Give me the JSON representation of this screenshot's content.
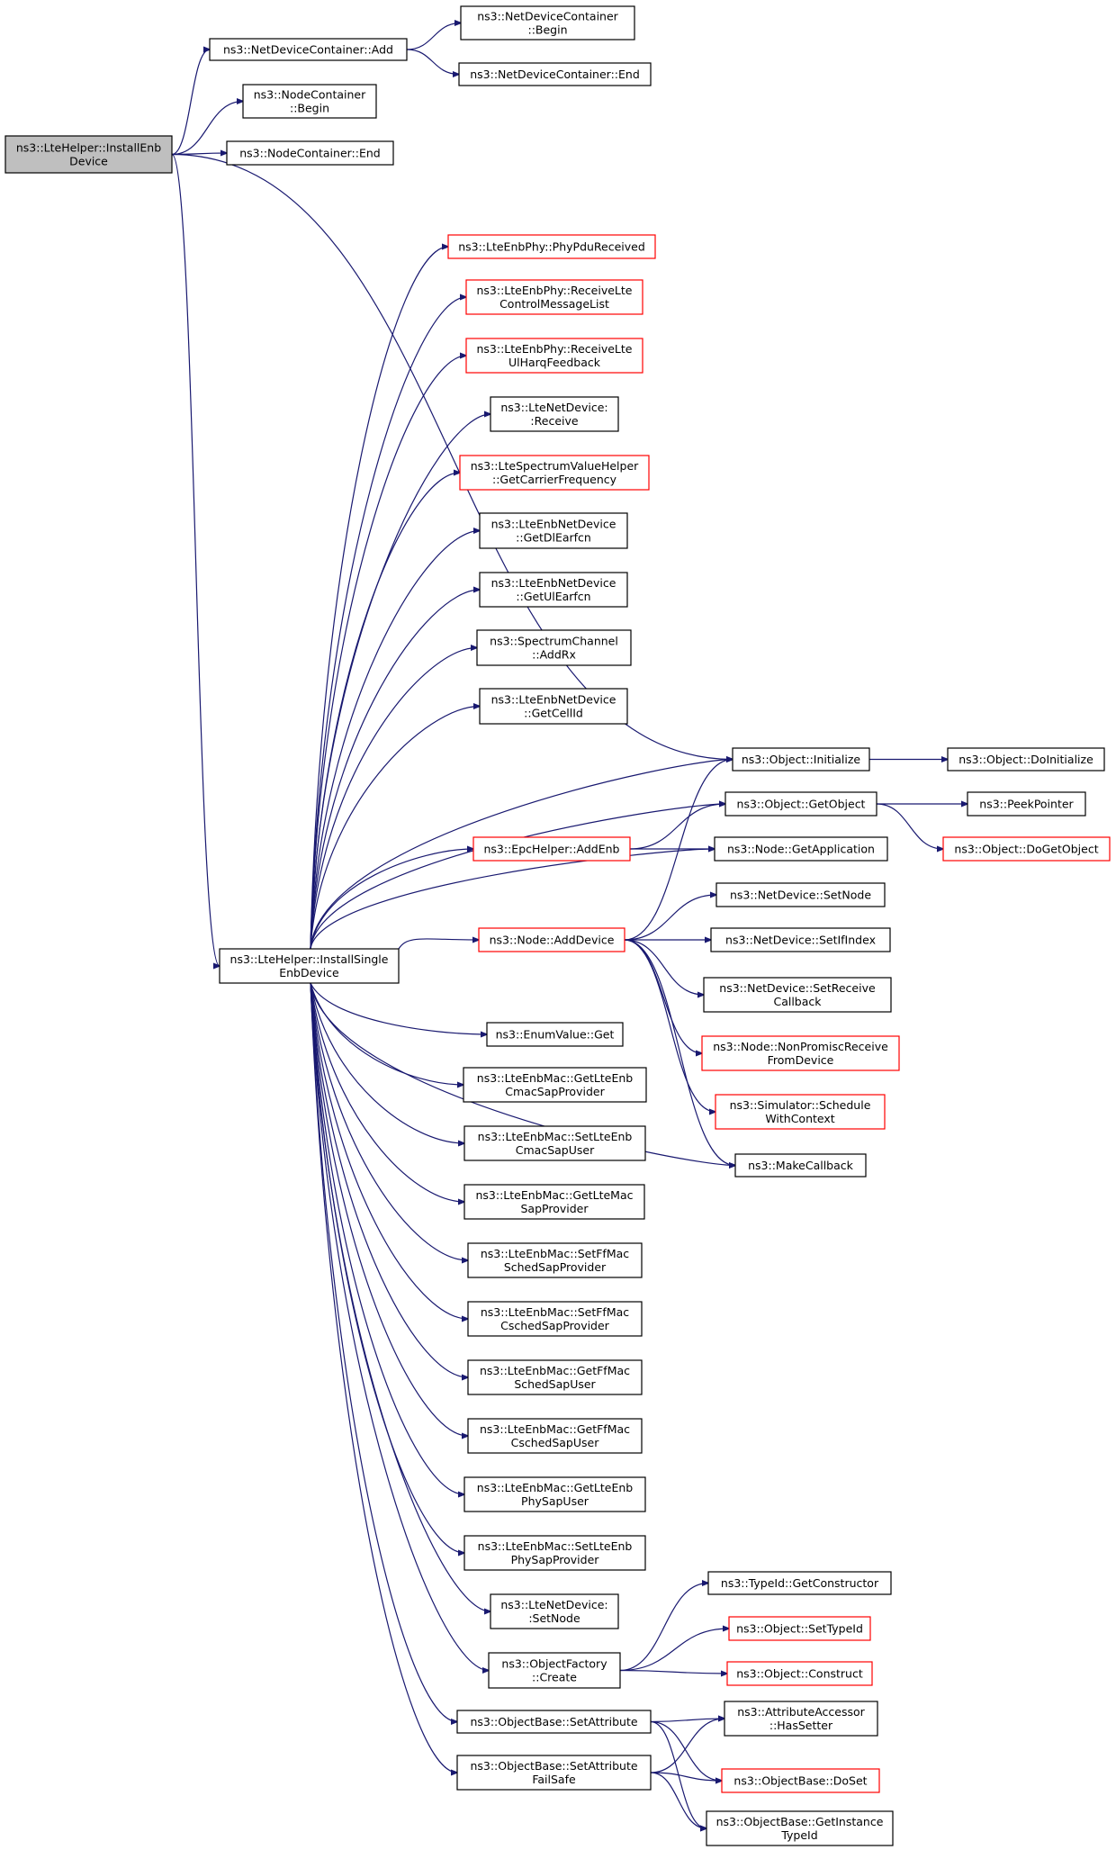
{
  "diagram": {
    "nodes": [
      {
        "id": "installEnb",
        "lines": [
          "ns3::LteHelper::InstallEnb",
          "Device"
        ],
        "border": "black",
        "highlight": true
      },
      {
        "id": "ndcAdd",
        "lines": [
          "ns3::NetDeviceContainer::Add"
        ],
        "border": "black"
      },
      {
        "id": "ndcBegin",
        "lines": [
          "ns3::NetDeviceContainer",
          "::Begin"
        ],
        "border": "black"
      },
      {
        "id": "ndcEnd",
        "lines": [
          "ns3::NetDeviceContainer::End"
        ],
        "border": "black"
      },
      {
        "id": "ncBegin",
        "lines": [
          "ns3::NodeContainer",
          "::Begin"
        ],
        "border": "black"
      },
      {
        "id": "ncEnd",
        "lines": [
          "ns3::NodeContainer::End"
        ],
        "border": "black"
      },
      {
        "id": "phyPdu",
        "lines": [
          "ns3::LteEnbPhy::PhyPduReceived"
        ],
        "border": "red"
      },
      {
        "id": "phyCtrl",
        "lines": [
          "ns3::LteEnbPhy::ReceiveLte",
          "ControlMessageList"
        ],
        "border": "red"
      },
      {
        "id": "phyHarq",
        "lines": [
          "ns3::LteEnbPhy::ReceiveLte",
          "UlHarqFeedback"
        ],
        "border": "red"
      },
      {
        "id": "netRecv",
        "lines": [
          "ns3::LteNetDevice:",
          ":Receive"
        ],
        "border": "black"
      },
      {
        "id": "carrier",
        "lines": [
          "ns3::LteSpectrumValueHelper",
          "::GetCarrierFrequency"
        ],
        "border": "red"
      },
      {
        "id": "getDl",
        "lines": [
          "ns3::LteEnbNetDevice",
          "::GetDlEarfcn"
        ],
        "border": "black"
      },
      {
        "id": "getUl",
        "lines": [
          "ns3::LteEnbNetDevice",
          "::GetUlEarfcn"
        ],
        "border": "black"
      },
      {
        "id": "addRx",
        "lines": [
          "ns3::SpectrumChannel",
          "::AddRx"
        ],
        "border": "black"
      },
      {
        "id": "cellId",
        "lines": [
          "ns3::LteEnbNetDevice",
          "::GetCellId"
        ],
        "border": "black"
      },
      {
        "id": "objInit",
        "lines": [
          "ns3::Object::Initialize"
        ],
        "border": "black"
      },
      {
        "id": "doInit",
        "lines": [
          "ns3::Object::DoInitialize"
        ],
        "border": "black"
      },
      {
        "id": "getObj",
        "lines": [
          "ns3::Object::GetObject"
        ],
        "border": "black"
      },
      {
        "id": "peek",
        "lines": [
          "ns3::PeekPointer"
        ],
        "border": "black"
      },
      {
        "id": "doGetObj",
        "lines": [
          "ns3::Object::DoGetObject"
        ],
        "border": "red"
      },
      {
        "id": "epcAddEnb",
        "lines": [
          "ns3::EpcHelper::AddEnb"
        ],
        "border": "red"
      },
      {
        "id": "getApp",
        "lines": [
          "ns3::Node::GetApplication"
        ],
        "border": "black"
      },
      {
        "id": "setNode",
        "lines": [
          "ns3::NetDevice::SetNode"
        ],
        "border": "black"
      },
      {
        "id": "installSingle",
        "lines": [
          "ns3::LteHelper::InstallSingle",
          "EnbDevice"
        ],
        "border": "black"
      },
      {
        "id": "nodeAddDev",
        "lines": [
          "ns3::Node::AddDevice"
        ],
        "border": "red"
      },
      {
        "id": "setIf",
        "lines": [
          "ns3::NetDevice::SetIfIndex"
        ],
        "border": "black"
      },
      {
        "id": "setRecvCb",
        "lines": [
          "ns3::NetDevice::SetReceive",
          "Callback"
        ],
        "border": "black"
      },
      {
        "id": "nonPromisc",
        "lines": [
          "ns3::Node::NonPromiscReceive",
          "FromDevice"
        ],
        "border": "red"
      },
      {
        "id": "schedCtx",
        "lines": [
          "ns3::Simulator::Schedule",
          "WithContext"
        ],
        "border": "red"
      },
      {
        "id": "makeCb",
        "lines": [
          "ns3::MakeCallback"
        ],
        "border": "black"
      },
      {
        "id": "enumGet",
        "lines": [
          "ns3::EnumValue::Get"
        ],
        "border": "black"
      },
      {
        "id": "macGetCmac",
        "lines": [
          "ns3::LteEnbMac::GetLteEnb",
          "CmacSapProvider"
        ],
        "border": "black"
      },
      {
        "id": "macSetCmac",
        "lines": [
          "ns3::LteEnbMac::SetLteEnb",
          "CmacSapUser"
        ],
        "border": "black"
      },
      {
        "id": "macGetMac",
        "lines": [
          "ns3::LteEnbMac::GetLteMac",
          "SapProvider"
        ],
        "border": "black"
      },
      {
        "id": "macSetSched",
        "lines": [
          "ns3::LteEnbMac::SetFfMac",
          "SchedSapProvider"
        ],
        "border": "black"
      },
      {
        "id": "macSetCsched",
        "lines": [
          "ns3::LteEnbMac::SetFfMac",
          "CschedSapProvider"
        ],
        "border": "black"
      },
      {
        "id": "macGetSched",
        "lines": [
          "ns3::LteEnbMac::GetFfMac",
          "SchedSapUser"
        ],
        "border": "black"
      },
      {
        "id": "macGetCsched",
        "lines": [
          "ns3::LteEnbMac::GetFfMac",
          "CschedSapUser"
        ],
        "border": "black"
      },
      {
        "id": "macGetPhy",
        "lines": [
          "ns3::LteEnbMac::GetLteEnb",
          "PhySapUser"
        ],
        "border": "black"
      },
      {
        "id": "macSetPhy",
        "lines": [
          "ns3::LteEnbMac::SetLteEnb",
          "PhySapProvider"
        ],
        "border": "black"
      },
      {
        "id": "netSetNode",
        "lines": [
          "ns3::LteNetDevice:",
          ":SetNode"
        ],
        "border": "black"
      },
      {
        "id": "typeCtor",
        "lines": [
          "ns3::TypeId::GetConstructor"
        ],
        "border": "black"
      },
      {
        "id": "setTypeId",
        "lines": [
          "ns3::Object::SetTypeId"
        ],
        "border": "red"
      },
      {
        "id": "ofCreate",
        "lines": [
          "ns3::ObjectFactory",
          "::Create"
        ],
        "border": "black"
      },
      {
        "id": "objConstruct",
        "lines": [
          "ns3::Object::Construct"
        ],
        "border": "red"
      },
      {
        "id": "setAttr",
        "lines": [
          "ns3::ObjectBase::SetAttribute"
        ],
        "border": "black"
      },
      {
        "id": "hasSetter",
        "lines": [
          "ns3::AttributeAccessor",
          "::HasSetter"
        ],
        "border": "black"
      },
      {
        "id": "setAttrFs",
        "lines": [
          "ns3::ObjectBase::SetAttribute",
          "FailSafe"
        ],
        "border": "black"
      },
      {
        "id": "doSet",
        "lines": [
          "ns3::ObjectBase::DoSet"
        ],
        "border": "red"
      },
      {
        "id": "getInstTid",
        "lines": [
          "ns3::ObjectBase::GetInstance",
          "TypeId"
        ],
        "border": "black"
      }
    ],
    "edges": [
      [
        "installEnb",
        "ndcAdd"
      ],
      [
        "ndcAdd",
        "ndcBegin"
      ],
      [
        "ndcAdd",
        "ndcEnd"
      ],
      [
        "installEnb",
        "ncBegin"
      ],
      [
        "installEnb",
        "ncEnd"
      ],
      [
        "installEnb",
        "objInit"
      ],
      [
        "installEnb",
        "installSingle"
      ],
      [
        "installSingle",
        "phyPdu"
      ],
      [
        "installSingle",
        "phyCtrl"
      ],
      [
        "installSingle",
        "phyHarq"
      ],
      [
        "installSingle",
        "netRecv"
      ],
      [
        "installSingle",
        "carrier"
      ],
      [
        "installSingle",
        "getDl"
      ],
      [
        "installSingle",
        "getUl"
      ],
      [
        "installSingle",
        "addRx"
      ],
      [
        "installSingle",
        "cellId"
      ],
      [
        "installSingle",
        "objInit"
      ],
      [
        "installSingle",
        "getObj"
      ],
      [
        "installSingle",
        "epcAddEnb"
      ],
      [
        "installSingle",
        "getApp"
      ],
      [
        "installSingle",
        "nodeAddDev"
      ],
      [
        "installSingle",
        "makeCb"
      ],
      [
        "installSingle",
        "enumGet"
      ],
      [
        "installSingle",
        "macGetCmac"
      ],
      [
        "installSingle",
        "macSetCmac"
      ],
      [
        "installSingle",
        "macGetMac"
      ],
      [
        "installSingle",
        "macSetSched"
      ],
      [
        "installSingle",
        "macSetCsched"
      ],
      [
        "installSingle",
        "macGetSched"
      ],
      [
        "installSingle",
        "macGetCsched"
      ],
      [
        "installSingle",
        "macGetPhy"
      ],
      [
        "installSingle",
        "macSetPhy"
      ],
      [
        "installSingle",
        "netSetNode"
      ],
      [
        "installSingle",
        "ofCreate"
      ],
      [
        "installSingle",
        "setAttr"
      ],
      [
        "installSingle",
        "setAttrFs"
      ],
      [
        "objInit",
        "doInit"
      ],
      [
        "getObj",
        "peek"
      ],
      [
        "getObj",
        "doGetObj"
      ],
      [
        "epcAddEnb",
        "getObj"
      ],
      [
        "epcAddEnb",
        "getApp"
      ],
      [
        "nodeAddDev",
        "objInit"
      ],
      [
        "nodeAddDev",
        "setNode"
      ],
      [
        "nodeAddDev",
        "setIf"
      ],
      [
        "nodeAddDev",
        "setRecvCb"
      ],
      [
        "nodeAddDev",
        "nonPromisc"
      ],
      [
        "nodeAddDev",
        "schedCtx"
      ],
      [
        "nodeAddDev",
        "makeCb"
      ],
      [
        "ofCreate",
        "typeCtor"
      ],
      [
        "ofCreate",
        "setTypeId"
      ],
      [
        "ofCreate",
        "objConstruct"
      ],
      [
        "setAttr",
        "hasSetter"
      ],
      [
        "setAttr",
        "doSet"
      ],
      [
        "setAttr",
        "getInstTid"
      ],
      [
        "setAttrFs",
        "hasSetter"
      ],
      [
        "setAttrFs",
        "doSet"
      ],
      [
        "setAttrFs",
        "getInstTid"
      ]
    ]
  }
}
